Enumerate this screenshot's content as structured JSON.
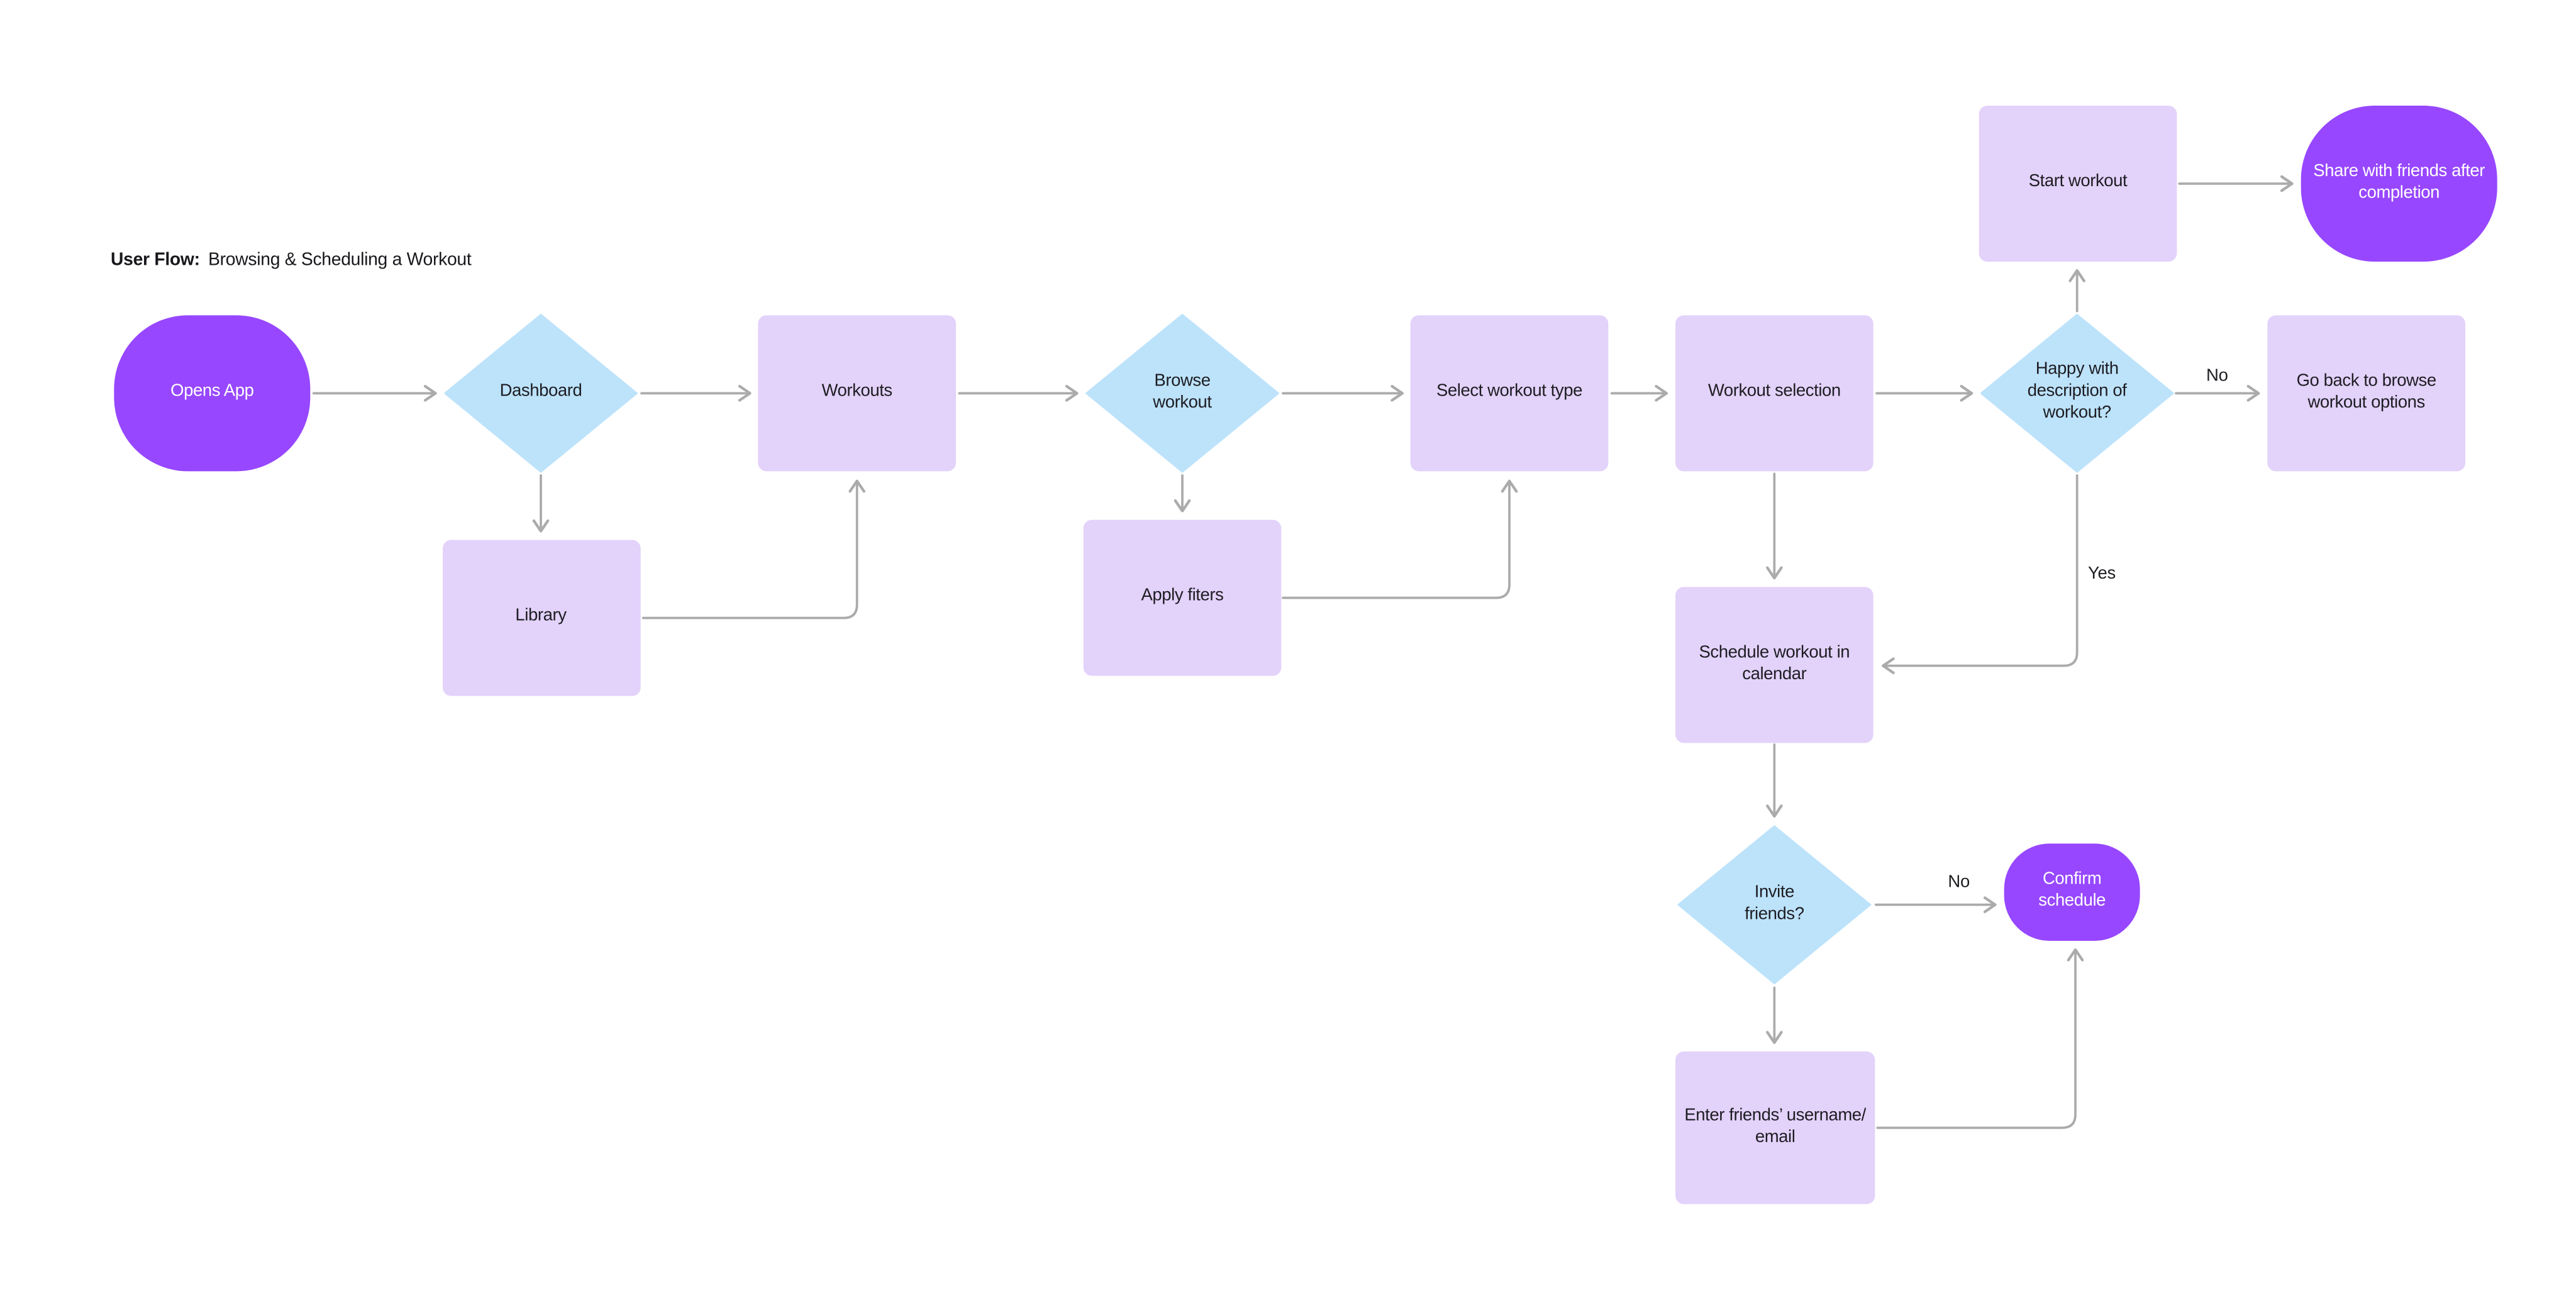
{
  "title": {
    "prefix": "User Flow:",
    "text": "Browsing & Scheduling a Workout"
  },
  "nodes": {
    "opens_app": {
      "label": "Opens App",
      "shape": "terminator"
    },
    "dashboard": {
      "label": "Dashboard",
      "shape": "decision"
    },
    "workouts": {
      "label": "Workouts",
      "shape": "process"
    },
    "browse_workout": {
      "label": "Browse\nworkout",
      "shape": "decision"
    },
    "select_workout_type": {
      "label": "Select workout type",
      "shape": "process"
    },
    "workout_selection": {
      "label": "Workout selection",
      "shape": "process"
    },
    "happy_with_description": {
      "label": "Happy with\ndescription of\nworkout?",
      "shape": "decision"
    },
    "go_back_browse": {
      "label": "Go back to browse\nworkout options",
      "shape": "process"
    },
    "start_workout": {
      "label": "Start workout",
      "shape": "process"
    },
    "share_with_friends": {
      "label": "Share with friends after\ncompletion",
      "shape": "terminator"
    },
    "library": {
      "label": "Library",
      "shape": "process"
    },
    "apply_filters": {
      "label": "Apply fiters",
      "shape": "process"
    },
    "schedule_workout": {
      "label": "Schedule workout in\ncalendar",
      "shape": "process"
    },
    "invite_friends": {
      "label": "Invite\nfriends?",
      "shape": "decision"
    },
    "confirm_schedule": {
      "label": "Confirm\nschedule",
      "shape": "terminator"
    },
    "enter_friends": {
      "label": "Enter friends’ username/\nemail",
      "shape": "process"
    }
  },
  "edge_labels": {
    "happy_no": "No",
    "happy_yes": "Yes",
    "invite_no": "No"
  },
  "colors": {
    "accent_purple": "#9747FF",
    "node_lavender": "#E3D2FA",
    "decision_blue": "#BDE3FB",
    "connector_gray": "#ABABAB",
    "text_dark": "#1D1D22",
    "text_light": "#FFFFFF",
    "canvas": "#FFFFFF"
  }
}
